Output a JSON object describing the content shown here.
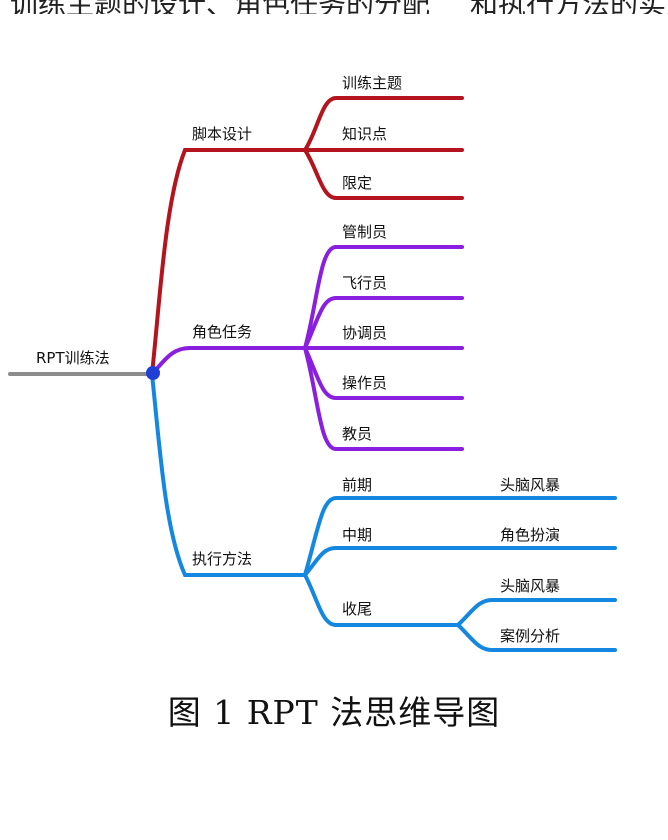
{
  "colors": {
    "root": "#8c8c8c",
    "branch_script": "#b3141d",
    "branch_roles": "#8a1fe0",
    "branch_method": "#1487e0",
    "hub": "#1f3fd6"
  },
  "top_fragments": [
    "训练主题的设计、角色任务的分配",
    "和执行方法的实施"
  ],
  "mindmap": {
    "root": "RPT训练法",
    "branches": [
      {
        "label": "脚本设计",
        "children": [
          {
            "label": "训练主题"
          },
          {
            "label": "知识点"
          },
          {
            "label": "限定"
          }
        ]
      },
      {
        "label": "角色任务",
        "children": [
          {
            "label": "管制员"
          },
          {
            "label": "飞行员"
          },
          {
            "label": "协调员"
          },
          {
            "label": "操作员"
          },
          {
            "label": "教员"
          }
        ]
      },
      {
        "label": "执行方法",
        "children": [
          {
            "label": "前期",
            "children": [
              "头脑风暴"
            ]
          },
          {
            "label": "中期",
            "children": [
              "角色扮演"
            ]
          },
          {
            "label": "收尾",
            "children": [
              "头脑风暴",
              "案例分析"
            ]
          }
        ]
      }
    ]
  },
  "caption": "图 1   RPT 法思维导图"
}
